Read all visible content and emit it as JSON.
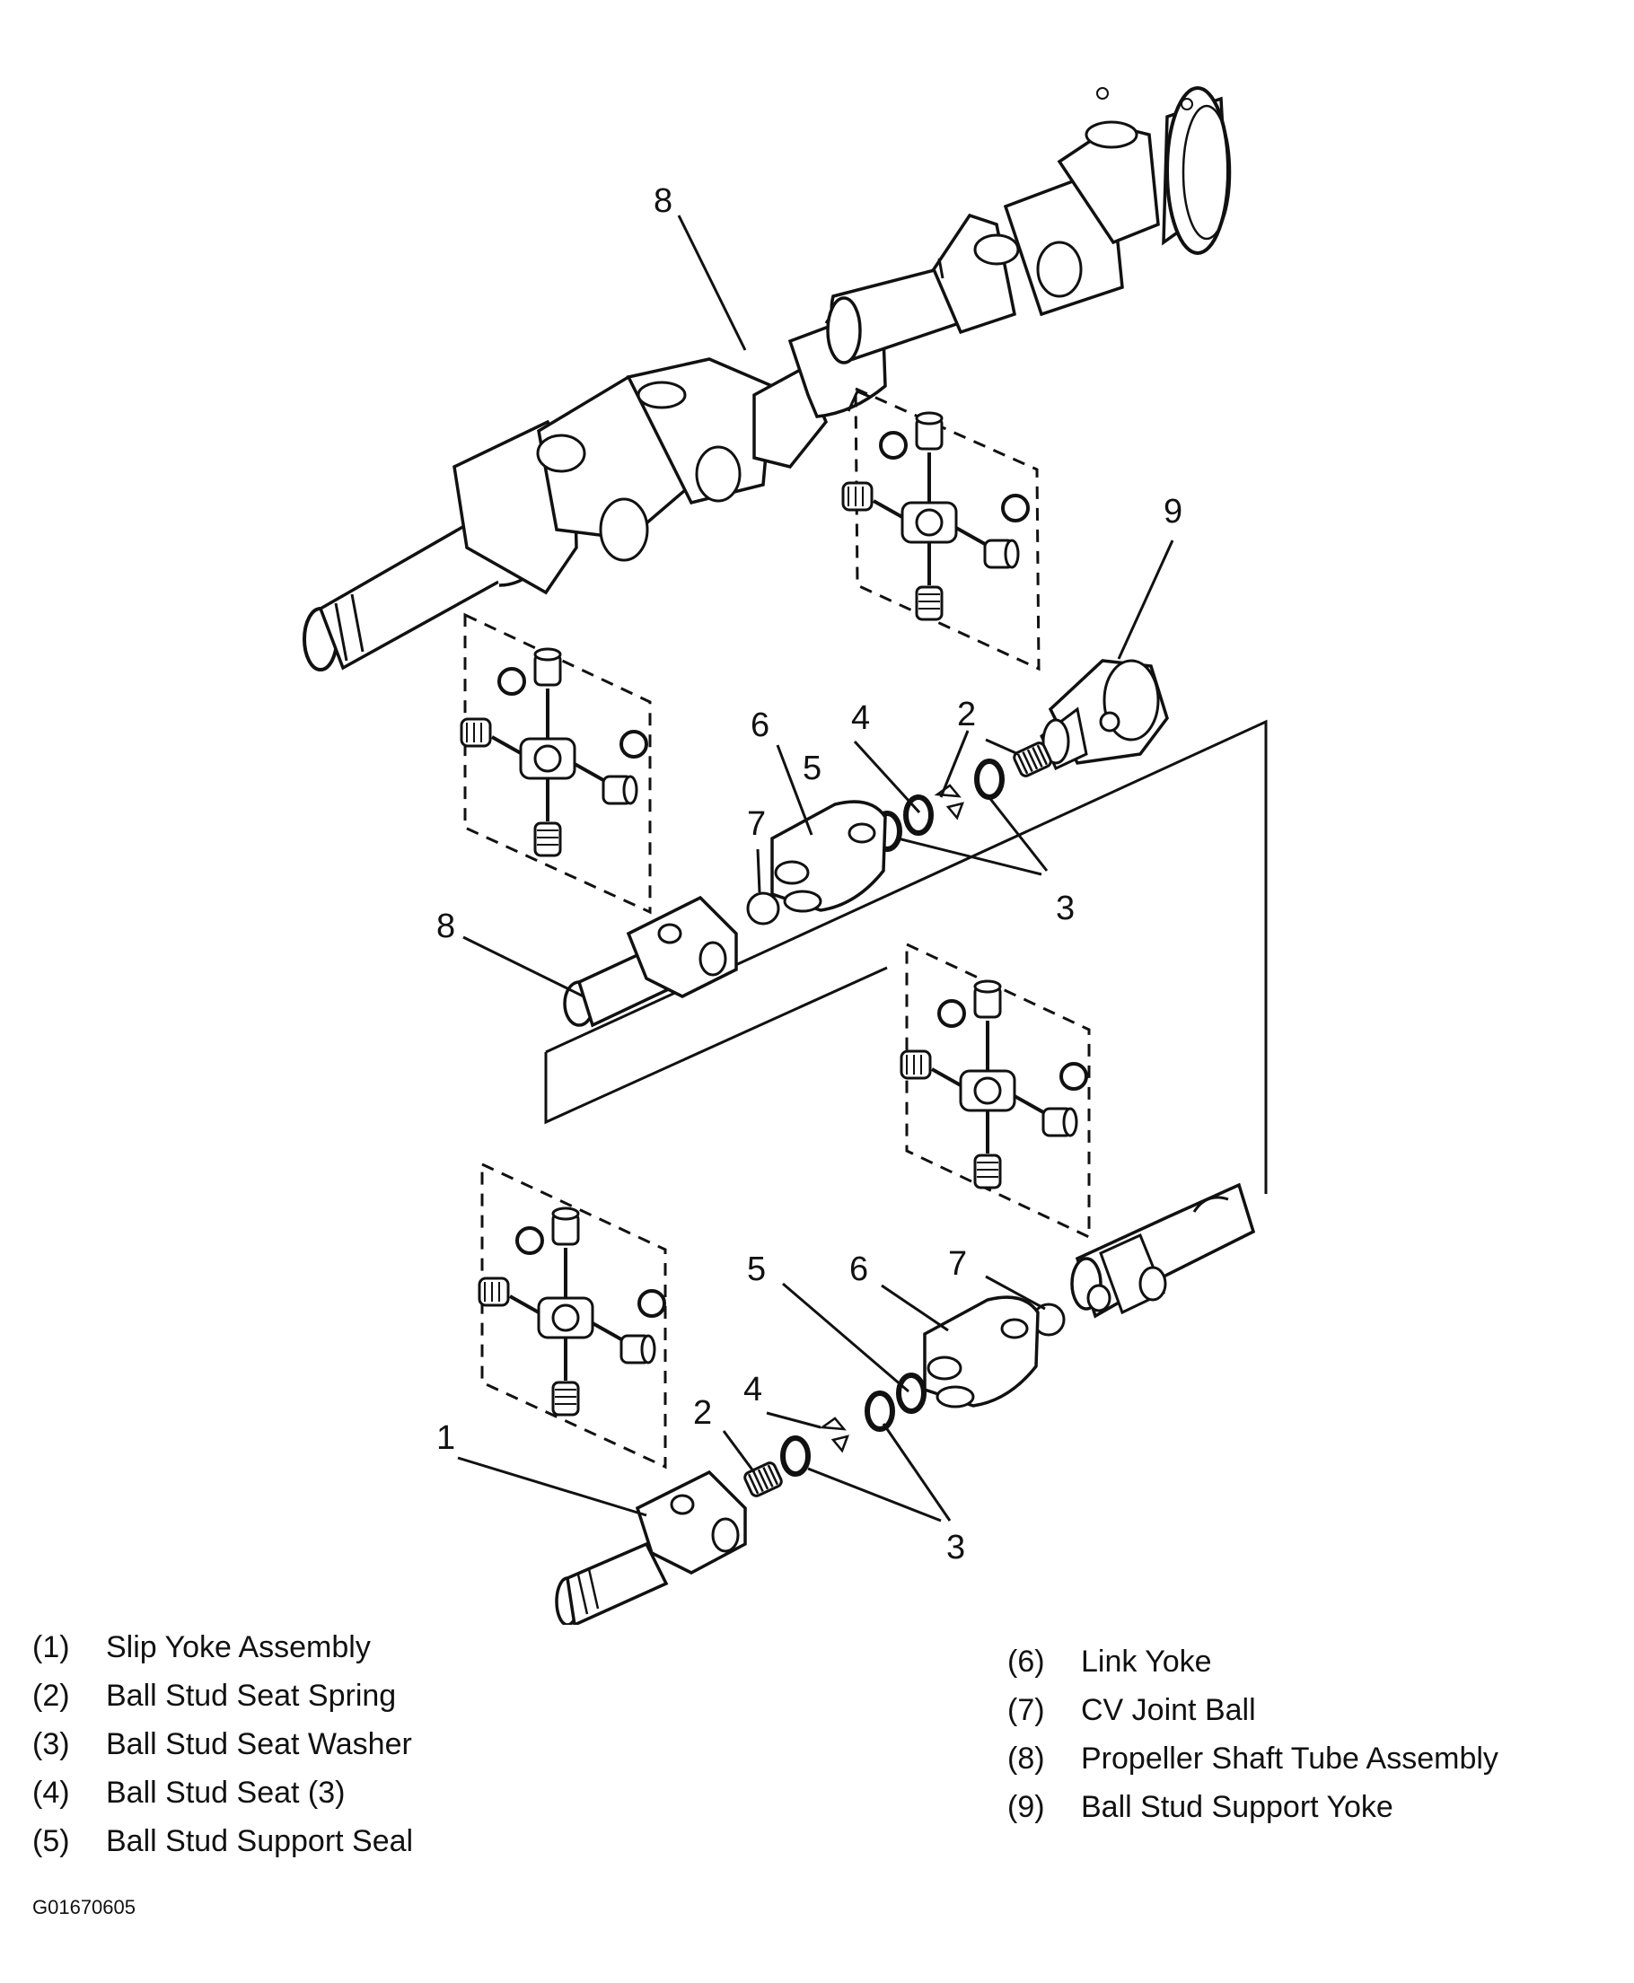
{
  "callouts": {
    "c8_top": "8",
    "c9": "9",
    "c6_upper": "6",
    "c4_upper": "4",
    "c2_upper": "2",
    "c5_upper": "5",
    "c7_upper": "7",
    "c3_upper": "3",
    "c8_mid": "8",
    "c5_lower": "5",
    "c6_lower": "6",
    "c7_lower": "7",
    "c4_lower": "4",
    "c2_lower": "2",
    "c1": "1",
    "c3_lower": "3"
  },
  "legend": {
    "left": [
      {
        "num": "(1)",
        "label": "Slip Yoke Assembly"
      },
      {
        "num": "(2)",
        "label": "Ball Stud Seat Spring"
      },
      {
        "num": "(3)",
        "label": "Ball Stud Seat Washer"
      },
      {
        "num": "(4)",
        "label": "Ball Stud Seat (3)"
      },
      {
        "num": "(5)",
        "label": "Ball Stud Support Seal"
      }
    ],
    "right": [
      {
        "num": "(6)",
        "label": "Link Yoke"
      },
      {
        "num": "(7)",
        "label": "CV Joint Ball"
      },
      {
        "num": "(8)",
        "label": "Propeller Shaft Tube Assembly"
      },
      {
        "num": "(9)",
        "label": "Ball Stud Support Yoke"
      }
    ]
  },
  "figure_code": "G01670605"
}
